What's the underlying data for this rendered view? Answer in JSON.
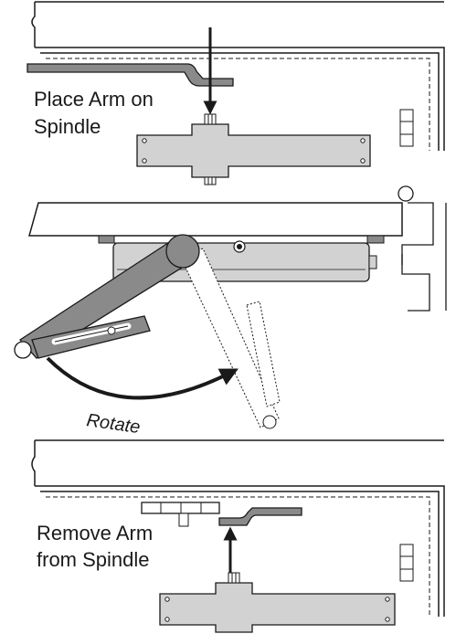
{
  "panels": {
    "top": {
      "caption_line1": "Place Arm on",
      "caption_line2": "Spindle"
    },
    "middle": {
      "caption": "Rotate"
    },
    "bottom": {
      "caption_line1": "Remove Arm",
      "caption_line2": "from Spindle"
    }
  },
  "colors": {
    "stroke": "#1a1a1a",
    "closer_body": "#d2d2d2",
    "arm": "#8a8a8a",
    "arm_light": "#ffffff",
    "background": "#ffffff"
  },
  "icons": {
    "down_arrow": "arrow-down-icon",
    "up_arrow": "arrow-up-icon",
    "rotate_arrow": "curved-arrow-icon"
  }
}
